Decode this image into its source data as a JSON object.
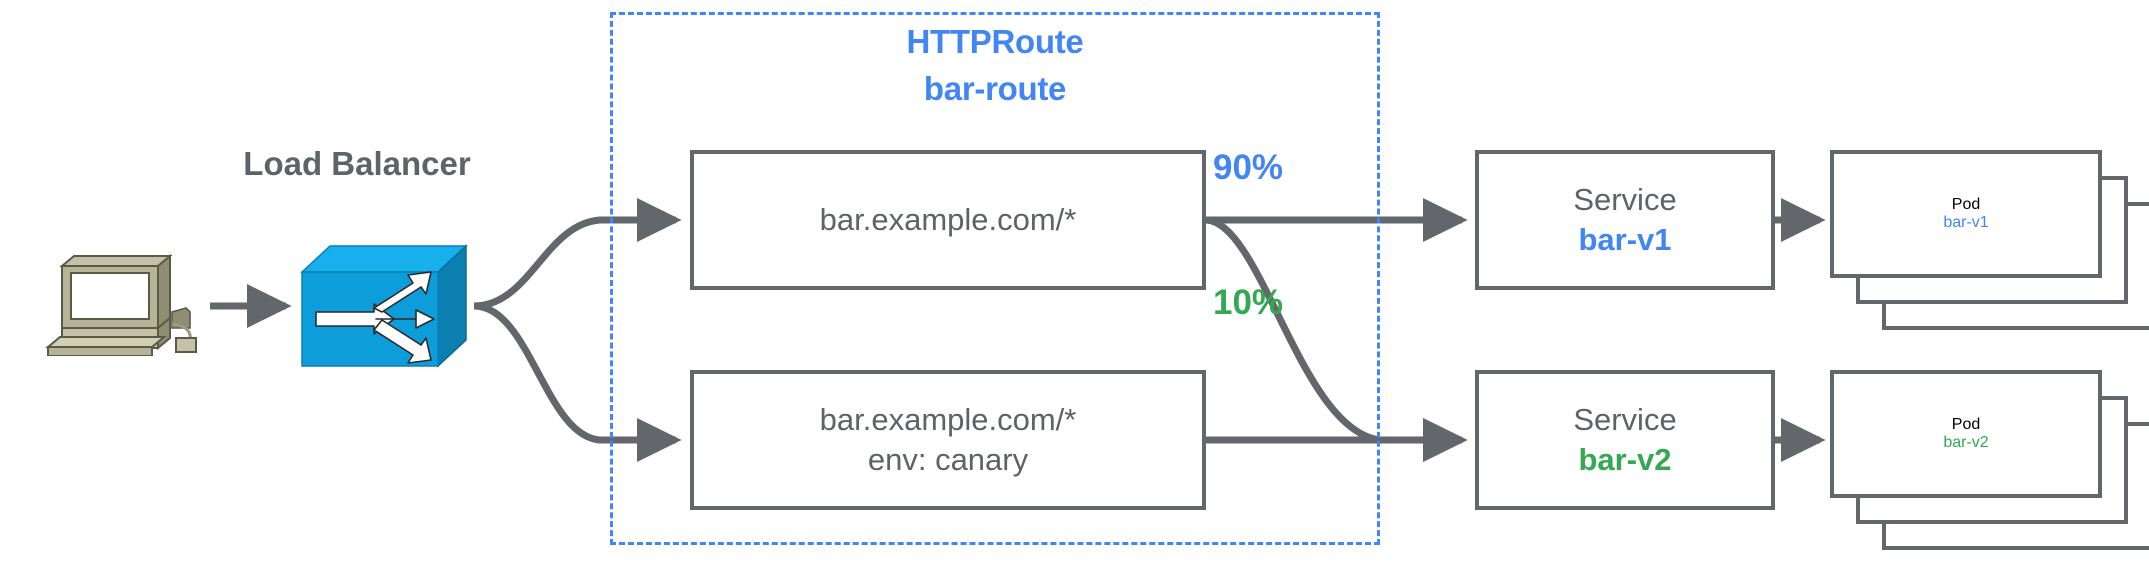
{
  "diagram": {
    "type": "kubernetes-gateway-api-traffic-split",
    "client": {
      "icon": "desktop-computer-icon"
    },
    "load_balancer": {
      "label": "Load Balancer",
      "icon": "network-switch-icon"
    },
    "httproute": {
      "kind_label": "HTTPRoute",
      "name_label": "bar-route",
      "accent_color": "#4285f4",
      "rules": [
        {
          "id": "rule-default",
          "lines": [
            "bar.example.com/*"
          ]
        },
        {
          "id": "rule-canary",
          "lines": [
            "bar.example.com/*",
            "env: canary"
          ]
        }
      ]
    },
    "weights": [
      {
        "label": "90%",
        "value": 90,
        "color": "#4285f4",
        "target": "bar-v1"
      },
      {
        "label": "10%",
        "value": 10,
        "color": "#34a853",
        "target": "bar-v2"
      }
    ],
    "services": [
      {
        "kind_label": "Service",
        "name_label": "bar-v1",
        "color": "#4285f4"
      },
      {
        "kind_label": "Service",
        "name_label": "bar-v2",
        "color": "#34a853"
      }
    ],
    "pods": [
      {
        "kind_label": "Pod",
        "name_label": "bar-v1",
        "color": "#4285f4",
        "replicas": 3
      },
      {
        "kind_label": "Pod",
        "name_label": "bar-v2",
        "color": "#34a853",
        "replicas": 3
      }
    ],
    "colors": {
      "blue": "#4285f4",
      "green": "#34a853",
      "gray_text": "#5f6368",
      "gray_stroke": "#63666a",
      "lb_blue": "#0d9ddb",
      "computer_beige": "#b5b496",
      "background": "#ffffff"
    }
  }
}
